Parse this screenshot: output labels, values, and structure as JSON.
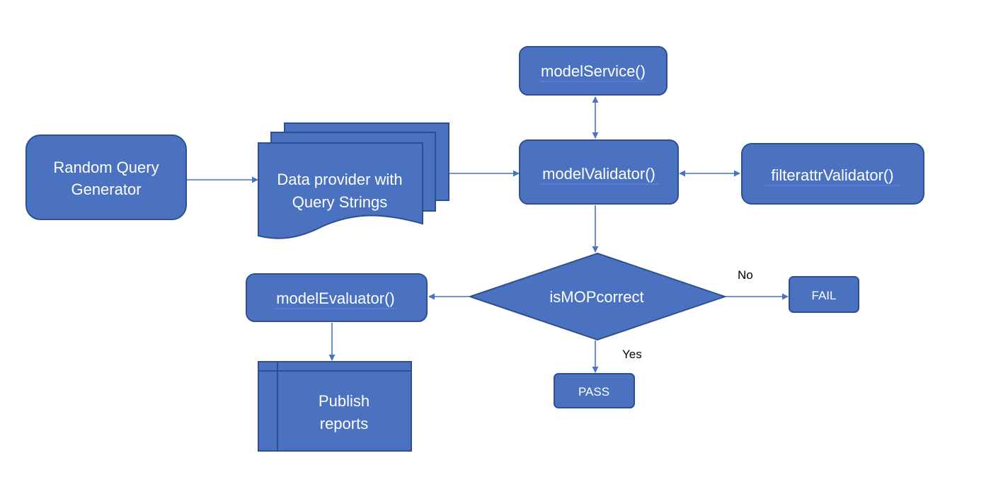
{
  "colors": {
    "fill": "#4a72c0",
    "stroke": "#2f4f8e",
    "arrow": "#4a72c0",
    "underline": "#5a7fd6",
    "text": "#ffffff",
    "label": "#000000"
  },
  "nodes": {
    "random_query_generator": {
      "line1": "Random Query",
      "line2": "Generator"
    },
    "data_provider": {
      "line1": "Data provider with",
      "line2": "Query Strings"
    },
    "model_service": {
      "label": "modelService()"
    },
    "model_validator": {
      "label": "modelValidator()"
    },
    "filterattr_validator": {
      "label": "filterattrValidator()"
    },
    "is_mop_correct": {
      "label": "isMOPcorrect"
    },
    "model_evaluator": {
      "label": "modelEvaluator()"
    },
    "fail": {
      "label": "FAIL"
    },
    "pass": {
      "label": "PASS"
    },
    "publish_reports": {
      "line1": "Publish",
      "line2": "reports"
    }
  },
  "edge_labels": {
    "no": "No",
    "yes": "Yes"
  }
}
